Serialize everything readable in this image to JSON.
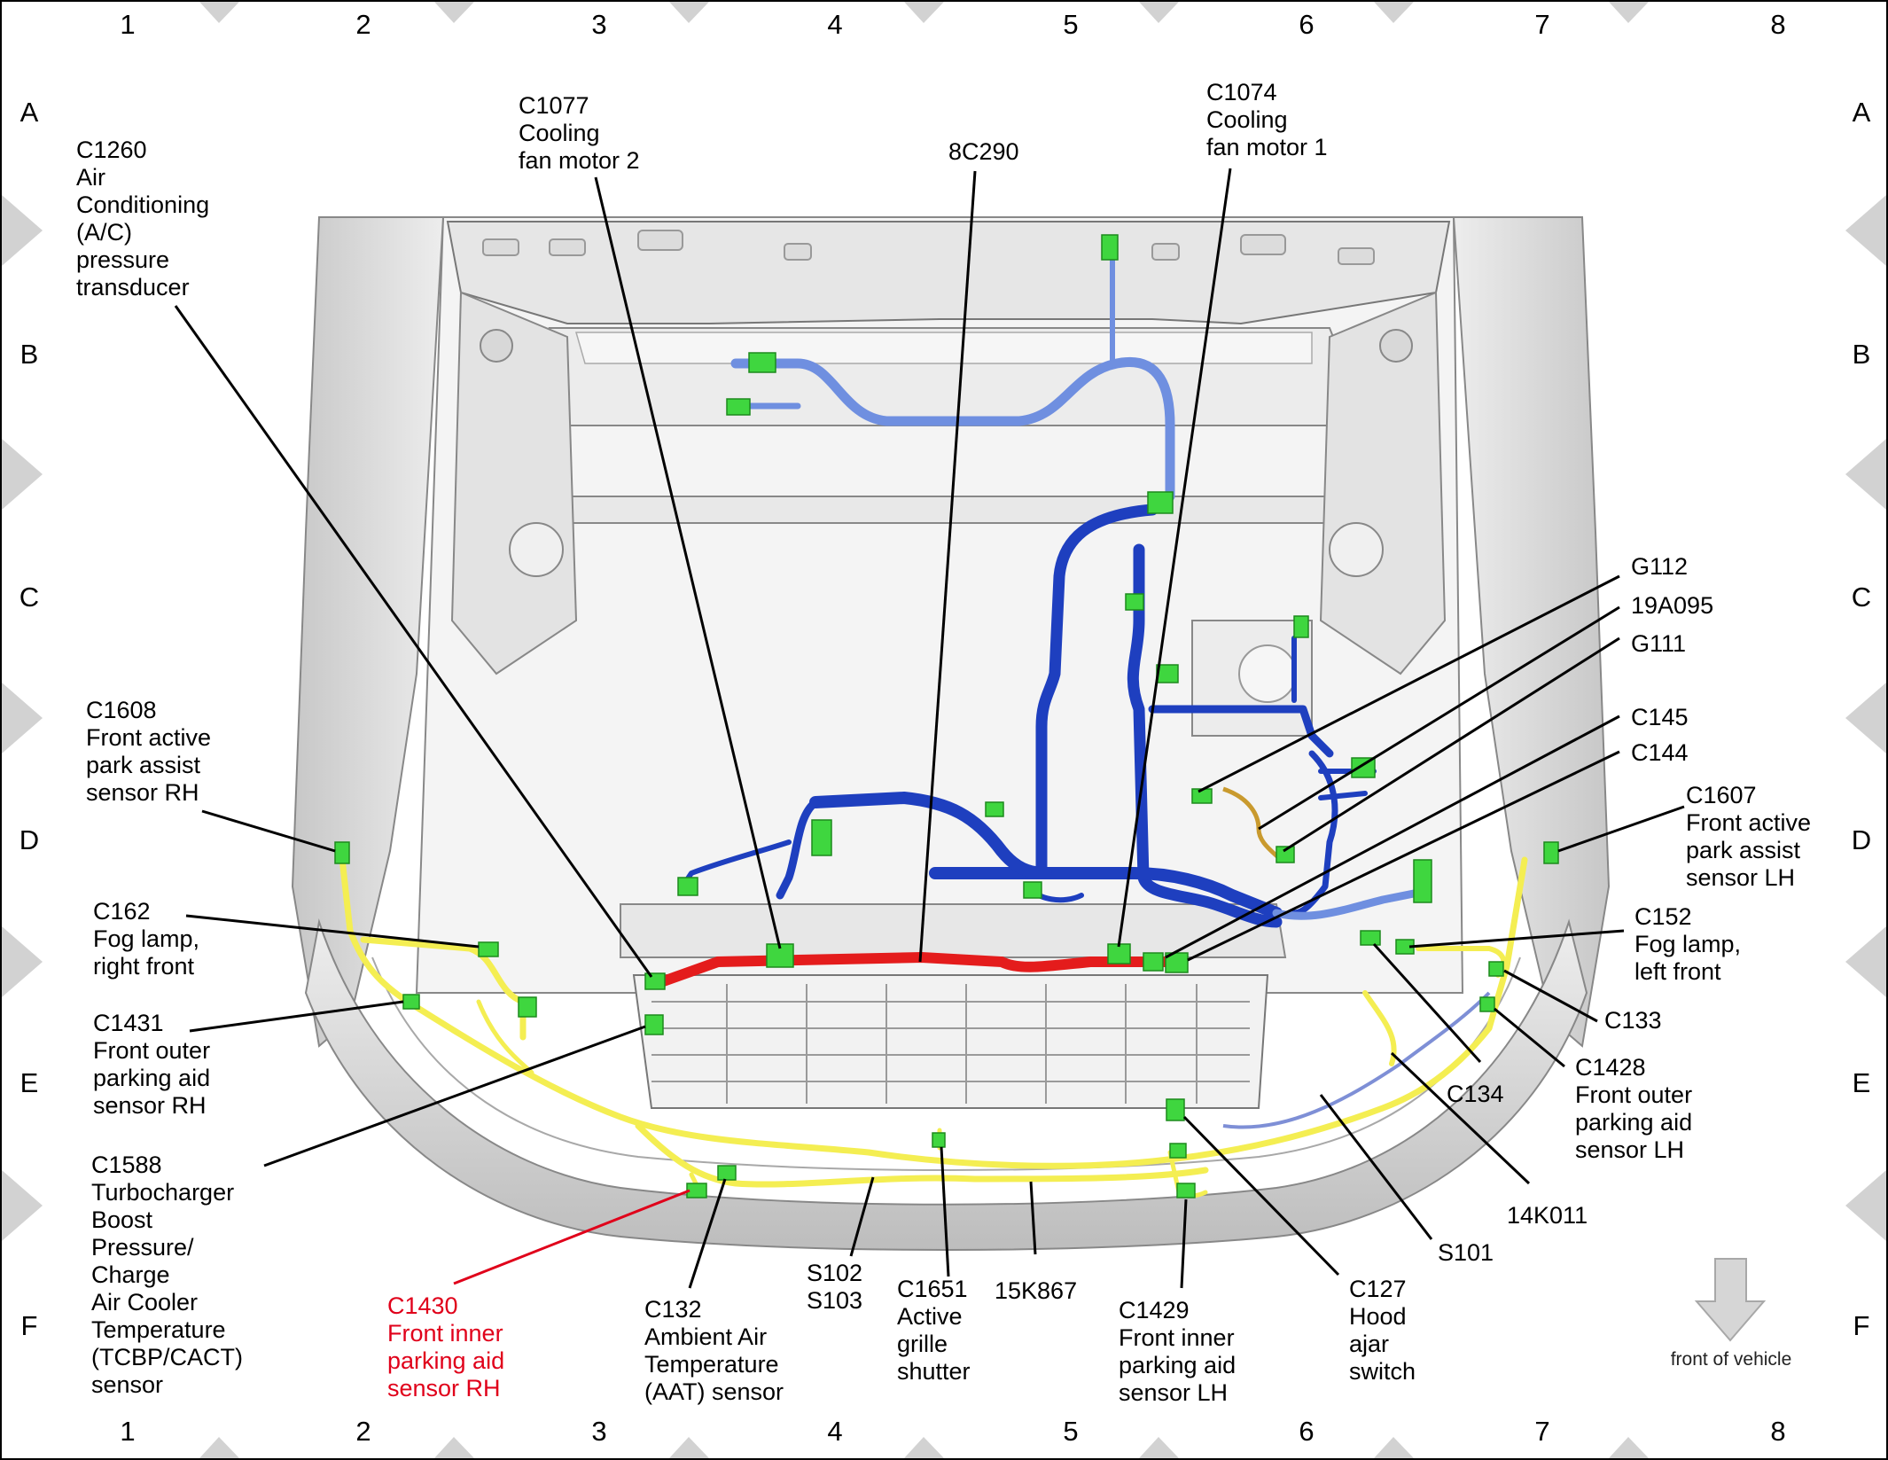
{
  "grid": {
    "columns": [
      "1",
      "2",
      "3",
      "4",
      "5",
      "6",
      "7",
      "8"
    ],
    "rows": [
      "A",
      "B",
      "C",
      "D",
      "E",
      "F"
    ]
  },
  "front_indicator": "front of vehicle",
  "labels": {
    "c1260": [
      "C1260",
      "Air",
      "Conditioning",
      "(A/C)",
      "pressure",
      "transducer"
    ],
    "c1077": [
      "C1077",
      "Cooling",
      "fan motor 2"
    ],
    "8c290": [
      "8C290"
    ],
    "c1074": [
      "C1074",
      "Cooling",
      "fan motor 1"
    ],
    "g112": [
      "G112"
    ],
    "19a095": [
      "19A095"
    ],
    "g111": [
      "G111"
    ],
    "c145": [
      "C145"
    ],
    "c144": [
      "C144"
    ],
    "c1608": [
      "C1608",
      "Front active",
      "park assist",
      "sensor RH"
    ],
    "c1607": [
      "C1607",
      "Front active",
      "park assist",
      "sensor LH"
    ],
    "c162": [
      "C162",
      "Fog lamp,",
      "right front"
    ],
    "c152": [
      "C152",
      "Fog lamp,",
      "left front"
    ],
    "c133": [
      "C133"
    ],
    "c1431": [
      "C1431",
      "Front outer",
      "parking aid",
      "sensor RH"
    ],
    "c134": [
      "C134"
    ],
    "c1428": [
      "C1428",
      "Front outer",
      "parking aid",
      "sensor LH"
    ],
    "c1588": [
      "C1588",
      "Turbocharger",
      "Boost",
      "Pressure/",
      "Charge",
      "Air Cooler",
      "Temperature",
      "(TCBP/CACT)",
      "sensor"
    ],
    "14k011": [
      "14K011"
    ],
    "s101": [
      "S101"
    ],
    "c1430": [
      "C1430",
      "Front inner",
      "parking aid",
      "sensor RH"
    ],
    "c132": [
      "C132",
      "Ambient Air",
      "Temperature",
      "(AAT) sensor"
    ],
    "s102": [
      "S102",
      "S103"
    ],
    "c1651": [
      "C1651",
      "Active",
      "grille",
      "shutter"
    ],
    "15k867": [
      "15K867"
    ],
    "c1429": [
      "C1429",
      "Front inner",
      "parking aid",
      "sensor LH"
    ],
    "c127": [
      "C127",
      "Hood",
      "ajar",
      "switch"
    ]
  },
  "colors": {
    "engine_harness": "#1e3fbf",
    "engine_harness_light": "#6f8fe0",
    "bumper_harness": "#f4ee52",
    "shutter_harness": "#e41c1c",
    "connector": "#3fd63f",
    "highlight_label": "#e0001a"
  }
}
